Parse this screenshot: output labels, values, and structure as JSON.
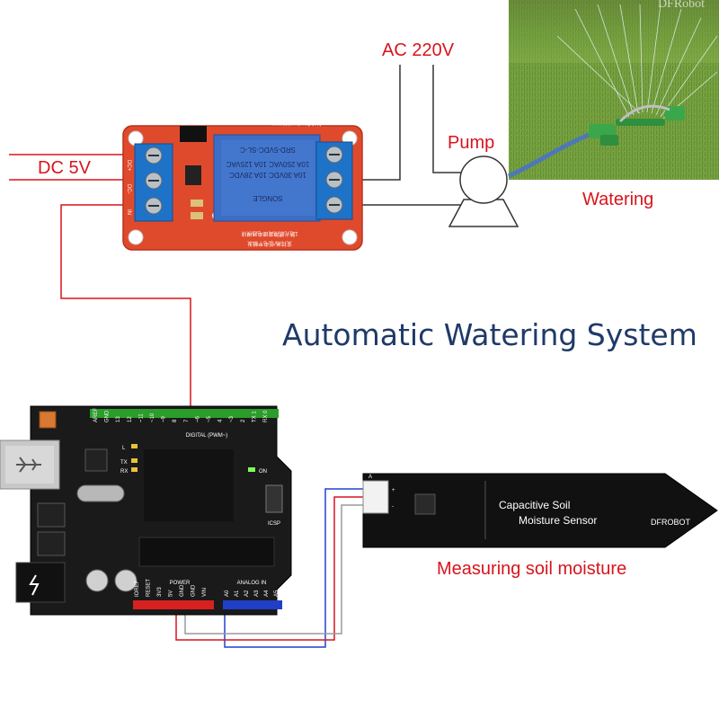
{
  "labels": {
    "ac_supply": "AC 220V",
    "dc_supply": "DC 5V",
    "pump": "Pump",
    "watering": "Watering",
    "title": "Automatic Watering System",
    "sensor_caption": "Measuring soil moisture"
  },
  "relay_module": {
    "part_number": "SRD-5VDC-SL-C",
    "rating_1": "10A 250VAC 10A 125VAC",
    "rating_2": "10A 30VDC 10A 28VDC",
    "brand": "SONGLE",
    "top_silk": "high/low level trigger",
    "bottom_silk_1": "1路光耦隔离继电器模块",
    "bottom_silk_2": "支持高/低电平触发",
    "pins": [
      "DC+",
      "DC-",
      "IN"
    ]
  },
  "sensor": {
    "line_1": "Capacitive Soil",
    "line_2": "Moisture Sensor",
    "brand": "DFROBOT",
    "pin_labels": [
      "A",
      "+",
      "-"
    ]
  },
  "arduino": {
    "digital_header": "DIGITAL (PWM~)",
    "power_header": "POWER",
    "analog_header": "ANALOG IN",
    "on_led": "ON",
    "icsp": "ICSP",
    "led_labels": [
      "L",
      "TX",
      "RX"
    ],
    "power_pins": [
      "IOREF",
      "RESET",
      "3V3",
      "5V",
      "GND",
      "GND",
      "VIN"
    ],
    "analog_pins": [
      "A0",
      "A1",
      "A2",
      "A3",
      "A4",
      "A5"
    ],
    "digital_pins": [
      "AREF",
      "GND",
      "13",
      "12",
      "~11",
      "~10",
      "~9",
      "8",
      "7",
      "~6",
      "~5",
      "4",
      "~3",
      "2",
      "TX 1",
      "RX 0"
    ]
  },
  "photo_watermark": "DFRobot",
  "colors": {
    "label_red": "#d8141c",
    "title_navy": "#1f3a68",
    "relay_board": "#e04a2c",
    "terminal_blue": "#1e73c8",
    "relay_body": "#3b6fc6",
    "arduino_board": "#1a1a1a",
    "header_green": "#2a9d2a",
    "header_red": "#d82020",
    "header_blue": "#1f3fc8",
    "wire_red": "#d8141c",
    "wire_blue": "#2040d0",
    "wire_grey": "#9a9a9a",
    "sensor_board": "#111111"
  }
}
